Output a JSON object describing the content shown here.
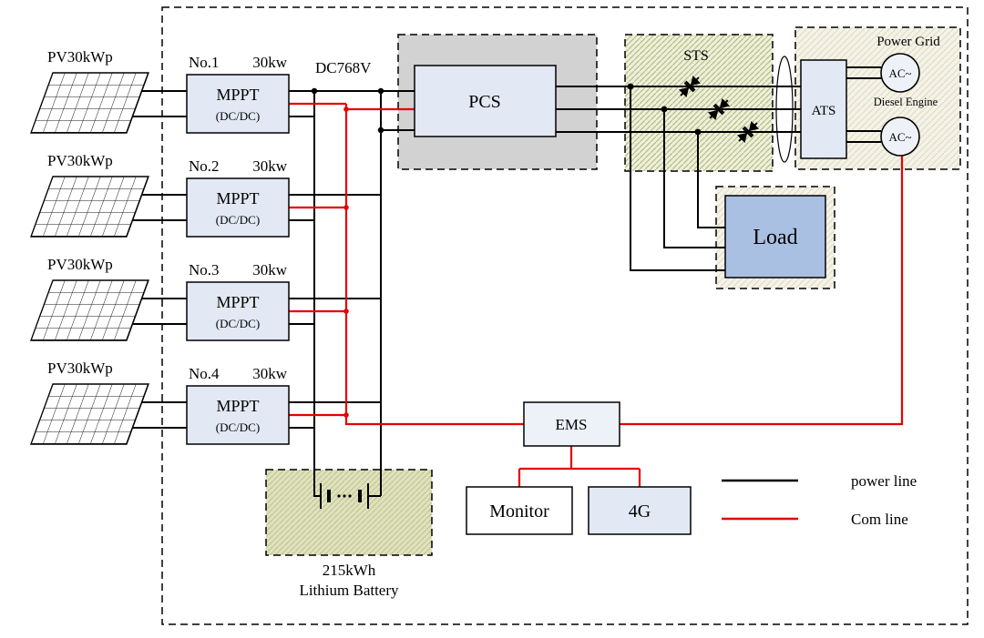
{
  "pv_arrays": [
    {
      "label": "PV30kWp"
    },
    {
      "label": "PV30kWp"
    },
    {
      "label": "PV30kWp"
    },
    {
      "label": "PV30kWp"
    }
  ],
  "mppt_units": [
    {
      "no": "No.1",
      "power": "30kw",
      "label": "MPPT",
      "sub": "(DC/DC)"
    },
    {
      "no": "No.2",
      "power": "30kw",
      "label": "MPPT",
      "sub": "(DC/DC)"
    },
    {
      "no": "No.3",
      "power": "30kw",
      "label": "MPPT",
      "sub": "(DC/DC)"
    },
    {
      "no": "No.4",
      "power": "30kw",
      "label": "MPPT",
      "sub": "(DC/DC)"
    }
  ],
  "dc_bus": {
    "label": "DC768V"
  },
  "pcs": {
    "label": "PCS"
  },
  "sts": {
    "label": "STS"
  },
  "ats": {
    "label": "ATS"
  },
  "power_grid": {
    "label": "Power Grid",
    "source": "AC~"
  },
  "diesel": {
    "label": "Diesel Engine",
    "source": "AC~"
  },
  "load": {
    "label": "Load"
  },
  "ems": {
    "label": "EMS"
  },
  "monitor": {
    "label": "Monitor"
  },
  "four_g": {
    "label": "4G"
  },
  "battery": {
    "capacity": "215kWh",
    "type": "Lithium Battery"
  },
  "legend": {
    "power": {
      "label": "power line",
      "color": "#000000"
    },
    "com": {
      "label": "Com line",
      "color": "#e60000"
    }
  },
  "colors": {
    "power_line": "#000000",
    "com_line": "#e60000",
    "load_fill": "#a9c0e2"
  }
}
